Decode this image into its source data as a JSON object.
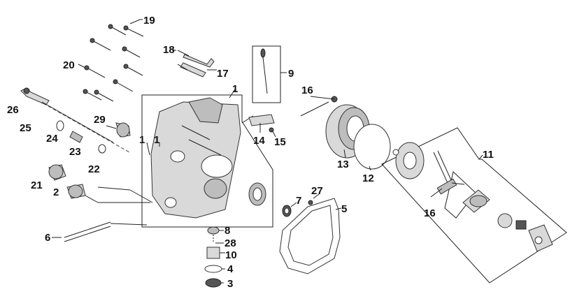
{
  "diagram": {
    "callouts": {
      "c1": "1",
      "c1b": "1",
      "c1c": "1",
      "c2": "2",
      "c3": "3",
      "c4": "4",
      "c5": "5",
      "c6": "6",
      "c7": "7",
      "c8": "8",
      "c9": "9",
      "c10": "10",
      "c11": "11",
      "c12": "12",
      "c13": "13",
      "c14": "14",
      "c15": "15",
      "c16": "16",
      "c16b": "16",
      "c17": "17",
      "c18": "18",
      "c19": "19",
      "c20": "20",
      "c21": "21",
      "c22": "22",
      "c23": "23",
      "c24": "24",
      "c25": "25",
      "c26": "26",
      "c27": "27",
      "c28": "28",
      "c29": "29"
    },
    "colors": {
      "line": "#222222",
      "part_fill": "#d9d9d9",
      "background": "#ffffff"
    }
  }
}
